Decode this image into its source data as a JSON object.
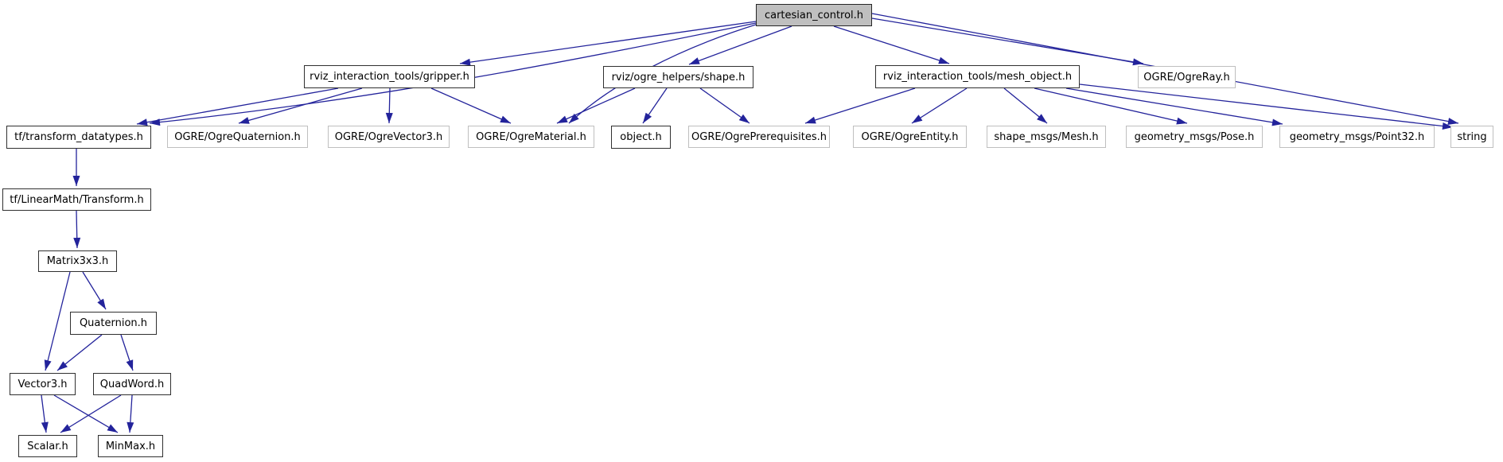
{
  "diagram": {
    "type": "include-dependency-graph",
    "root_label": "cartesian_control.h",
    "edge_color": "#23239b",
    "root_fill": "#bfbfbf",
    "nodes": [
      {
        "id": "cartesian_control",
        "label": "cartesian_control.h",
        "kind": "root"
      },
      {
        "id": "gripper",
        "label": "rviz_interaction_tools/gripper.h",
        "kind": "doc"
      },
      {
        "id": "shape",
        "label": "rviz/ogre_helpers/shape.h",
        "kind": "doc"
      },
      {
        "id": "mesh_object",
        "label": "rviz_interaction_tools/mesh_object.h",
        "kind": "doc"
      },
      {
        "id": "ogre_ray",
        "label": "OGRE/OgreRay.h",
        "kind": "leaf"
      },
      {
        "id": "transform_datatypes",
        "label": "tf/transform_datatypes.h",
        "kind": "doc"
      },
      {
        "id": "ogre_quaternion",
        "label": "OGRE/OgreQuaternion.h",
        "kind": "leaf"
      },
      {
        "id": "ogre_vector3",
        "label": "OGRE/OgreVector3.h",
        "kind": "leaf"
      },
      {
        "id": "ogre_material",
        "label": "OGRE/OgreMaterial.h",
        "kind": "leaf"
      },
      {
        "id": "object",
        "label": "object.h",
        "kind": "doc"
      },
      {
        "id": "ogre_prerequisites",
        "label": "OGRE/OgrePrerequisites.h",
        "kind": "leaf"
      },
      {
        "id": "ogre_entity",
        "label": "OGRE/OgreEntity.h",
        "kind": "leaf"
      },
      {
        "id": "shape_msgs_mesh",
        "label": "shape_msgs/Mesh.h",
        "kind": "leaf"
      },
      {
        "id": "geometry_msgs_pose",
        "label": "geometry_msgs/Pose.h",
        "kind": "leaf"
      },
      {
        "id": "geometry_msgs_point32",
        "label": "geometry_msgs/Point32.h",
        "kind": "leaf"
      },
      {
        "id": "string",
        "label": "string",
        "kind": "leaf"
      },
      {
        "id": "tf_transform",
        "label": "tf/LinearMath/Transform.h",
        "kind": "doc"
      },
      {
        "id": "matrix3x3",
        "label": "Matrix3x3.h",
        "kind": "doc"
      },
      {
        "id": "quaternion",
        "label": "Quaternion.h",
        "kind": "doc"
      },
      {
        "id": "vector3",
        "label": "Vector3.h",
        "kind": "doc"
      },
      {
        "id": "quadword",
        "label": "QuadWord.h",
        "kind": "doc"
      },
      {
        "id": "scalar",
        "label": "Scalar.h",
        "kind": "doc"
      },
      {
        "id": "minmax",
        "label": "MinMax.h",
        "kind": "doc"
      }
    ],
    "edges": [
      {
        "from": "cartesian_control",
        "to": "gripper"
      },
      {
        "from": "cartesian_control",
        "to": "transform_datatypes"
      },
      {
        "from": "cartesian_control",
        "to": "shape"
      },
      {
        "from": "cartesian_control",
        "to": "ogre_material"
      },
      {
        "from": "cartesian_control",
        "to": "mesh_object"
      },
      {
        "from": "cartesian_control",
        "to": "ogre_ray"
      },
      {
        "from": "cartesian_control",
        "to": "string"
      },
      {
        "from": "gripper",
        "to": "transform_datatypes"
      },
      {
        "from": "gripper",
        "to": "ogre_quaternion"
      },
      {
        "from": "gripper",
        "to": "ogre_vector3"
      },
      {
        "from": "gripper",
        "to": "ogre_material"
      },
      {
        "from": "shape",
        "to": "ogre_material"
      },
      {
        "from": "shape",
        "to": "object"
      },
      {
        "from": "shape",
        "to": "ogre_prerequisites"
      },
      {
        "from": "mesh_object",
        "to": "ogre_prerequisites"
      },
      {
        "from": "mesh_object",
        "to": "ogre_entity"
      },
      {
        "from": "mesh_object",
        "to": "shape_msgs_mesh"
      },
      {
        "from": "mesh_object",
        "to": "geometry_msgs_pose"
      },
      {
        "from": "mesh_object",
        "to": "geometry_msgs_point32"
      },
      {
        "from": "mesh_object",
        "to": "string"
      },
      {
        "from": "transform_datatypes",
        "to": "tf_transform"
      },
      {
        "from": "tf_transform",
        "to": "matrix3x3"
      },
      {
        "from": "matrix3x3",
        "to": "quaternion"
      },
      {
        "from": "matrix3x3",
        "to": "vector3"
      },
      {
        "from": "quaternion",
        "to": "vector3"
      },
      {
        "from": "quaternion",
        "to": "quadword"
      },
      {
        "from": "vector3",
        "to": "scalar"
      },
      {
        "from": "vector3",
        "to": "minmax"
      },
      {
        "from": "quadword",
        "to": "scalar"
      },
      {
        "from": "quadword",
        "to": "minmax"
      }
    ]
  }
}
